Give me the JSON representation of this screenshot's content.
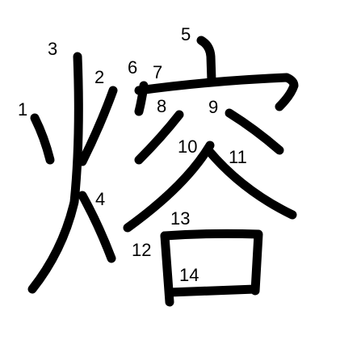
{
  "character": "熔",
  "stroke_color": "#000000",
  "background_color": "#ffffff",
  "stroke_numbers": [
    "1",
    "2",
    "3",
    "4",
    "5",
    "6",
    "7",
    "8",
    "9",
    "10",
    "11",
    "12",
    "13",
    "14"
  ]
}
